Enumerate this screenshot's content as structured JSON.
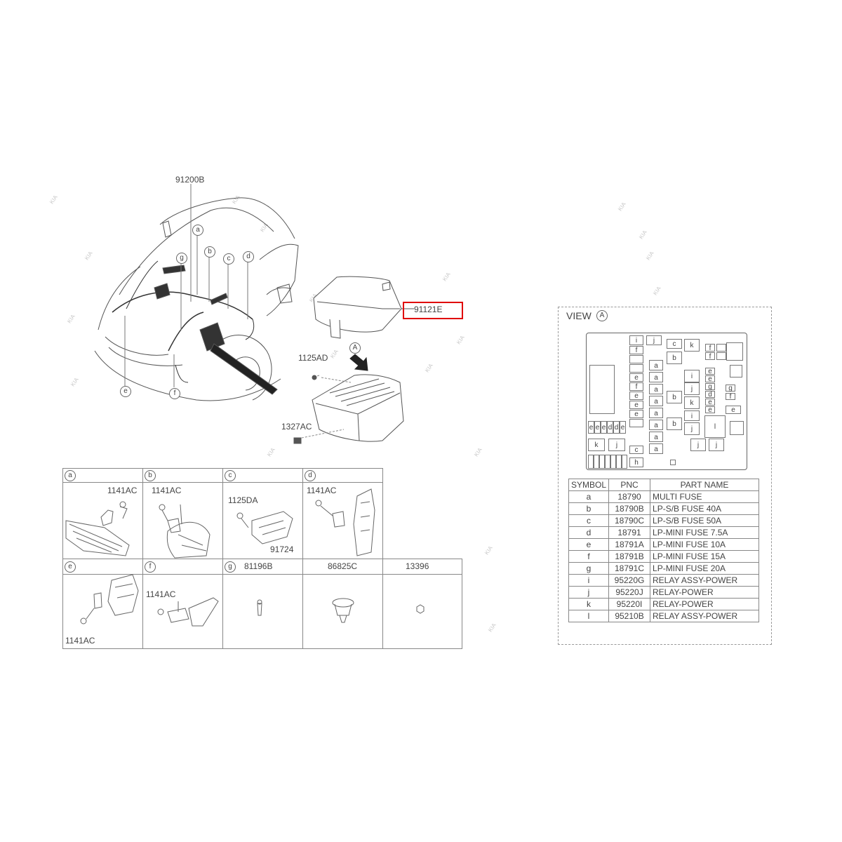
{
  "main_diagram": {
    "harness_label": "91200B",
    "fusebox_cover_label": "91121E",
    "bolt_label": "1125AD",
    "nut_label": "1327AC",
    "view_marker": "A",
    "callouts": [
      "a",
      "b",
      "c",
      "d",
      "e",
      "f",
      "g"
    ]
  },
  "detail_grid": {
    "cells": [
      {
        "letter": "a",
        "labels": [
          "1141AC"
        ]
      },
      {
        "letter": "b",
        "labels": [
          "1141AC"
        ]
      },
      {
        "letter": "c",
        "labels": [
          "1125DA",
          "91724"
        ]
      },
      {
        "letter": "d",
        "labels": [
          "1141AC"
        ]
      },
      {
        "letter": "e",
        "labels": [
          "1141AC"
        ]
      },
      {
        "letter": "f",
        "labels": [
          "1141AC"
        ]
      },
      {
        "letter": "g",
        "labels": [
          "81196B"
        ]
      },
      {
        "letter": "",
        "labels": [
          "86825C"
        ]
      },
      {
        "letter": "",
        "labels": [
          "13396"
        ]
      }
    ]
  },
  "view_panel": {
    "title": "VIEW",
    "marker": "A",
    "table": {
      "headers": [
        "SYMBOL",
        "PNC",
        "PART NAME"
      ],
      "rows": [
        [
          "a",
          "18790",
          "MULTI FUSE"
        ],
        [
          "b",
          "18790B",
          "LP-S/B FUSE 40A"
        ],
        [
          "c",
          "18790C",
          "LP-S/B FUSE 50A"
        ],
        [
          "d",
          "18791",
          "LP-MINI FUSE 7.5A"
        ],
        [
          "e",
          "18791A",
          "LP-MINI FUSE 10A"
        ],
        [
          "f",
          "18791B",
          "LP-MINI FUSE 15A"
        ],
        [
          "g",
          "18791C",
          "LP-MINI FUSE 20A"
        ],
        [
          "i",
          "95220G",
          "RELAY ASSY-POWER"
        ],
        [
          "j",
          "95220J",
          "RELAY-POWER"
        ],
        [
          "k",
          "95220I",
          "RELAY-POWER"
        ],
        [
          "l",
          "95210B",
          "RELAY ASSY-POWER"
        ]
      ]
    }
  },
  "watermark": "KIA",
  "colors": {
    "highlight": "#e00000",
    "line": "#666666"
  }
}
